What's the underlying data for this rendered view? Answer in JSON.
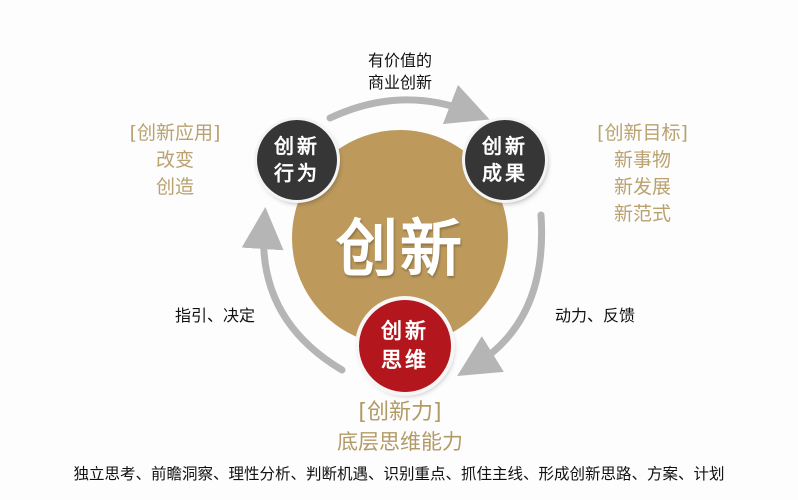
{
  "diagram": {
    "center": {
      "label": "创新",
      "color": "#bd9a5c"
    },
    "nodes": [
      {
        "id": "behavior",
        "line1": "创新",
        "line2": "行为",
        "color": "#363636"
      },
      {
        "id": "result",
        "line1": "创新",
        "line2": "成果",
        "color": "#363636"
      },
      {
        "id": "thinking",
        "line1": "创新",
        "line2": "思维",
        "color": "#b3161c"
      }
    ],
    "arrow_labels": {
      "top_line1": "有价值的",
      "top_line2": "商业创新",
      "left": "指引、决定",
      "right": "动力、反馈"
    },
    "left_panel": {
      "title": "[创新应用]",
      "items": [
        "改变",
        "创造"
      ]
    },
    "right_panel": {
      "title": "[创新目标]",
      "items": [
        "新事物",
        "新发展",
        "新范式"
      ]
    },
    "bottom": {
      "title": "[创新力]",
      "subtitle": "底层思维能力",
      "description": "独立思考、前瞻洞察、理性分析、判断机遇、识别重点、抓住主线、形成创新思路、方案、计划"
    },
    "colors": {
      "arrow": "#b5b5b5",
      "gold_text": "#b29a66"
    }
  }
}
